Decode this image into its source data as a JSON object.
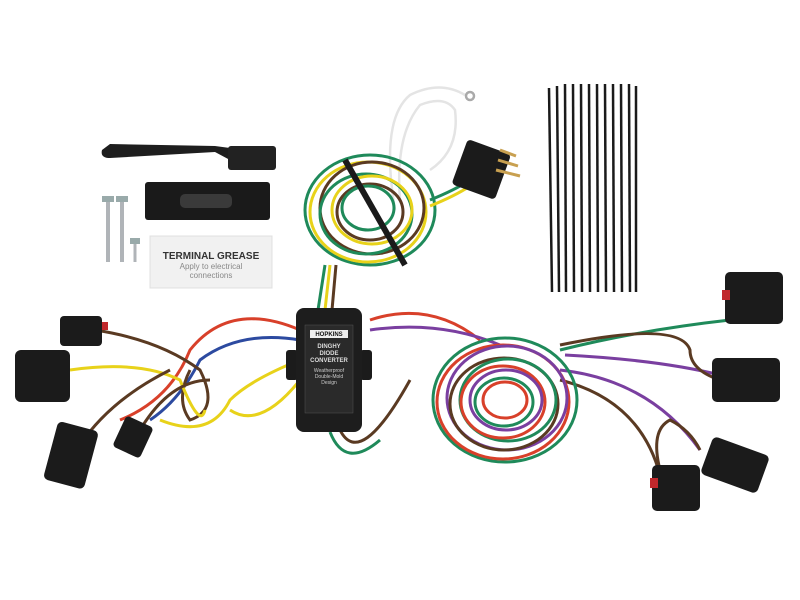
{
  "grease_packet": {
    "title": "TERMINAL GREASE",
    "line1": "Apply to electrical",
    "line2": "connections"
  },
  "converter_box": {
    "brand": "HOPKINS",
    "line1": "DINGHY",
    "line2": "DIODE",
    "line3": "CONVERTER",
    "feature1": "Weatherproof",
    "feature2": "Double-Mold",
    "feature3": "Design"
  },
  "colors": {
    "background": "#ffffff",
    "wire_green": "#1f8a5a",
    "wire_yellow": "#e8d21a",
    "wire_brown": "#5a3a22",
    "wire_red": "#d8402a",
    "wire_purple": "#7a3fa0",
    "wire_blue": "#2c4aa0",
    "plastic_black": "#1b1b1b"
  }
}
